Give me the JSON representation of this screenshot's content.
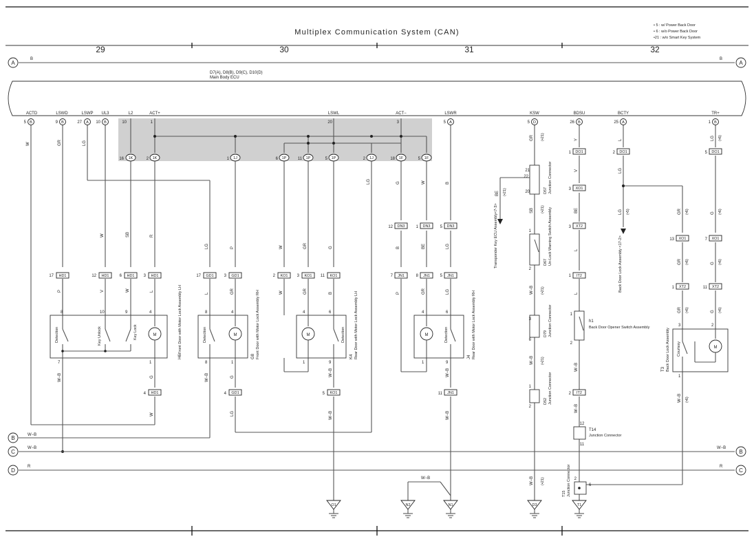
{
  "title": "Multiplex Communication System (CAN)",
  "notes": [
    "• 5 : w/ Power Back Door",
    "• 6 : w/o Power Back Door",
    "•21 : w/o Smart Key System"
  ],
  "columns": [
    "29",
    "30",
    "31",
    "32"
  ],
  "ref_markers": {
    "a": "A",
    "b": "B",
    "c": "C",
    "d": "D",
    "bus_a": "B",
    "bus_b": "B"
  },
  "ecu": {
    "name": "D7(A), D8(B), D9(C), D10(D)",
    "desc": "Main Body ECU"
  },
  "pins": {
    "actd": {
      "sig": "ACTD",
      "num": "5",
      "conn": "B"
    },
    "lswd": {
      "sig": "LSWD",
      "num": "9",
      "conn": "B"
    },
    "lswp": {
      "sig": "LSWP",
      "num": "27",
      "conn": "A"
    },
    "ul3": {
      "sig": "UL3",
      "num": "10",
      "conn": "B"
    },
    "l2": {
      "sig": "L2",
      "num": "10"
    },
    "actp": {
      "sig": "ACT+",
      "num": "1"
    },
    "lswl": {
      "sig": "LSWL",
      "num": "20"
    },
    "actm": {
      "sig": "ACT−",
      "num": "3"
    },
    "lswr": {
      "sig": "LSWR",
      "num": "5",
      "conn": "A"
    },
    "ksw": {
      "sig": "KSW",
      "num": "5",
      "conn": "D"
    },
    "bdsu": {
      "sig": "BDSU",
      "num": "26",
      "conn": "B"
    },
    "bcty": {
      "sig": "BCTY",
      "num": "25",
      "conn": "A"
    },
    "trp": {
      "sig": "TR+",
      "num": "1",
      "conn": "B"
    }
  },
  "ecu_connectors": [
    {
      "num": "16",
      "id": "1K"
    },
    {
      "num": "2",
      "id": "1K"
    },
    {
      "num": "1",
      "id": "1J"
    },
    {
      "num": "6",
      "id": "1P"
    },
    {
      "num": "11",
      "id": "1P"
    },
    {
      "num": "5",
      "id": "1P"
    },
    {
      "num": "2",
      "id": "1J"
    },
    {
      "num": "18",
      "id": "1F"
    },
    {
      "num": "5",
      "id": "1F"
    }
  ],
  "wire_colors": {
    "w": "W",
    "gr": "GR",
    "lg": "LG",
    "sb": "SB",
    "r": "R",
    "p": "P",
    "g": "G",
    "b": "B",
    "be": "BE",
    "v": "V",
    "y": "Y",
    "l": "L",
    "wb": "W−B"
  },
  "connectors": {
    "hd1": "HD1",
    "gd1": "GD1",
    "ko1": "KO1",
    "jn1": "JN1",
    "dn3": "DN3",
    "do1": "DO1",
    "xo1": "XO1",
    "xt2": "XT2",
    "it2": "IT2"
  },
  "pin_numbers": [
    "17",
    "12",
    "6",
    "3",
    "17",
    "3",
    "2",
    "3",
    "11",
    "7",
    "8",
    "5",
    "12",
    "1",
    "5",
    "4",
    "4",
    "5",
    "11",
    "1",
    "2",
    "3",
    "13",
    "7",
    "1",
    "11",
    "21",
    "20",
    "22",
    "1",
    "2",
    "3",
    "6",
    "1",
    "2",
    "1",
    "2",
    "1",
    "2",
    "3",
    "12",
    "11",
    "2",
    "6",
    "8",
    "10",
    "9",
    "4",
    "7",
    "1",
    "8",
    "4",
    "1",
    "4",
    "6",
    "1",
    "9",
    "4",
    "6",
    "9",
    "1",
    "3",
    "2",
    "1"
  ],
  "components": {
    "h6": {
      "id": "H6",
      "name": "Front Door with Motor Lock Assembly LH"
    },
    "g8": {
      "id": "G8",
      "name": "Front Door with Motor Lock Assembly RH"
    },
    "k4": {
      "id": "K4",
      "name": "Rear Door with Motor Lock Assembly LH"
    },
    "j4": {
      "id": "J4",
      "name": "Rear Door with Motor Lock Assembly RH"
    },
    "d57": {
      "id": "D57",
      "name": "Junction Connector"
    },
    "d67": {
      "id": "D67",
      "name": "Un-Lock Warning Switch Assembly"
    },
    "d79": {
      "id": "D79",
      "name": "Junction Connector"
    },
    "d52": {
      "id": "D52",
      "name": "Junction Connector"
    },
    "h1": {
      "id": "h1",
      "name": "Back Door Opener Switch Assembly"
    },
    "t14": {
      "id": "T14",
      "name": "Junction Connector"
    },
    "t15": {
      "id": "T15",
      "name": "Junction Connector"
    },
    "t3": {
      "id": "T3",
      "name": "Back Door Lock Assembly"
    }
  },
  "switch_labels": {
    "detection": "Detection",
    "key_unlock": "Key Unlock",
    "key_lock": "Key Lock",
    "courtesy": "Courtesy",
    "motor": "M"
  },
  "refs": {
    "transponder": "Transponder Key ECU Assembly<7-3>",
    "back_door_lock": "Back Door Lock Assembly <17-2>"
  },
  "option_marks": {
    "m21": "(•21)",
    "m6": "(•6)",
    "m5": "(•5)"
  },
  "grounds": [
    "O1",
    "N2",
    "N1",
    "D3",
    "T1"
  ]
}
